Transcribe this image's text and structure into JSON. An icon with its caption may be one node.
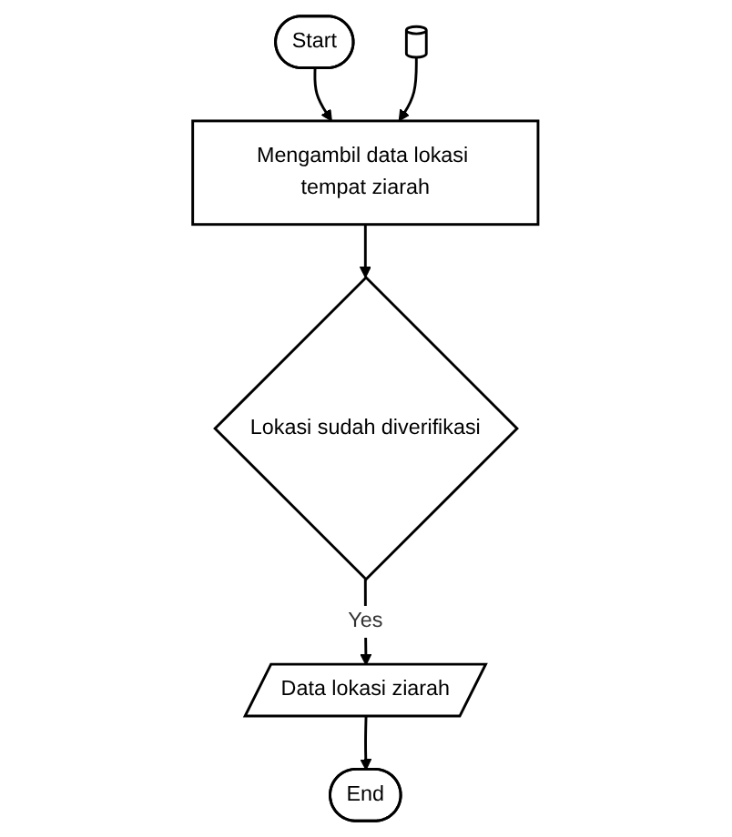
{
  "diagram": {
    "nodes": [
      {
        "text": [
          "Start"
        ]
      },
      {
        "text": [
          "Mengambil data lokasi tempat ziarah"
        ]
      },
      {
        "text": [],
        "shape": "cylinder"
      },
      {
        "text": [
          "Lokasi sudah diverifikasi"
        ]
      },
      {
        "text": [
          "Data lokasi ziarah"
        ]
      },
      {
        "text": [
          "End"
        ]
      }
    ],
    "edges": [
      {
        "from": 0,
        "to": 1,
        "arrow": "to"
      },
      {
        "from": 2,
        "to": 1,
        "arrow": "to"
      },
      {
        "from": 1,
        "to": 3,
        "arrow": "to"
      },
      {
        "from": 3,
        "to": 4,
        "arrow": "to",
        "label": "Yes"
      },
      {
        "from": 4,
        "to": 5,
        "arrow": "to"
      }
    ]
  }
}
